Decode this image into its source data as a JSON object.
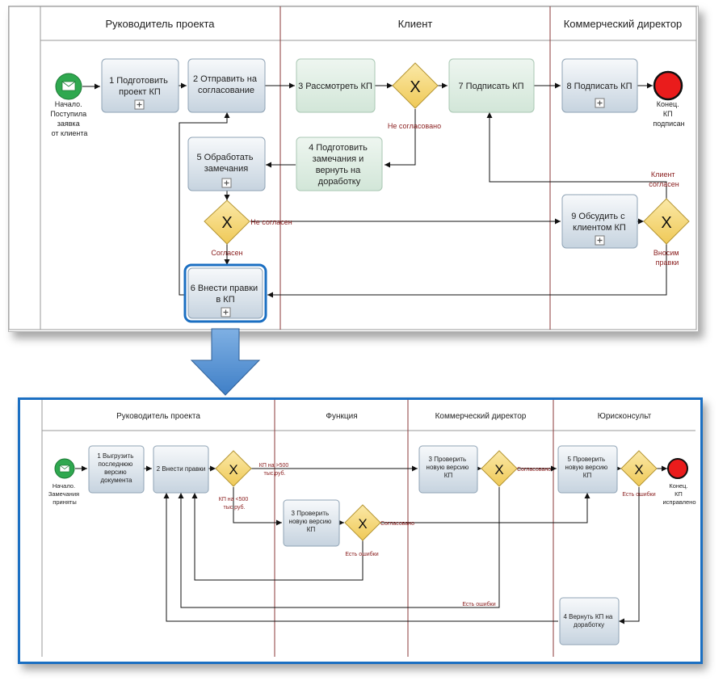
{
  "top_diagram": {
    "lanes": [
      "Руководитель проекта",
      "Клиент",
      "Коммерческий директор"
    ],
    "start_event": {
      "label_lines": [
        "Начало.",
        "Поступила",
        "заявка",
        "от клиента"
      ]
    },
    "end_event": {
      "label_lines": [
        "Конец.",
        "КП",
        "подписан"
      ]
    },
    "tasks": {
      "t1": [
        "1 Подготовить",
        "проект КП"
      ],
      "t2": [
        "2 Отправить на",
        "согласование"
      ],
      "t3": [
        "3 Рассмотреть КП"
      ],
      "t4": [
        "4 Подготовить",
        "замечания и",
        "вернуть на",
        "доработку"
      ],
      "t5": [
        "5 Обработать",
        "замечания"
      ],
      "t6": [
        "6 Внести правки",
        "в КП"
      ],
      "t7": [
        "7 Подписать КП"
      ],
      "t8": [
        "8 Подписать КП"
      ],
      "t9": [
        "9 Обсудить с",
        "клиентом КП"
      ]
    },
    "flow_labels": {
      "not_approved": "Не согласовано",
      "disagree": "Не согласен",
      "agree": "Согласен",
      "client_agrees": [
        "Клиент",
        "согласен"
      ],
      "make_edits": [
        "Вносим",
        "правки"
      ]
    }
  },
  "bottom_diagram": {
    "lanes": [
      "Руководитель проекта",
      "Функция",
      "Коммерческий директор",
      "Юрисконсульт"
    ],
    "start_event": {
      "label_lines": [
        "Начало.",
        "Замечания",
        "приняты"
      ]
    },
    "end_event": {
      "label_lines": [
        "Конец.",
        "КП",
        "исправлено"
      ]
    },
    "tasks": {
      "b1": [
        "1 Выгрузить",
        "последнюю",
        "версию",
        "документа"
      ],
      "b2": [
        "2 Внести правки"
      ],
      "b3f": [
        "3 Проверить",
        "новую версию",
        "КП"
      ],
      "b3c": [
        "3 Проверить",
        "новую версию",
        "КП"
      ],
      "b5": [
        "5 Проверить",
        "новую версию",
        "КП"
      ],
      "b4": [
        "4 Вернуть КП на",
        "доработку"
      ]
    },
    "flow_labels": {
      "over500": [
        "КП на >500",
        "тыс.руб."
      ],
      "under500": [
        "КП на <500",
        "тыс.руб."
      ],
      "approved_a": "Согласовано",
      "approved_b": "Согласовано",
      "errors_a": "Есть ошибки",
      "errors_b": "Есть ошибки",
      "errors_c": "Есть ошибки"
    }
  },
  "colors": {
    "task_fill_top": "#f4f7fa",
    "task_fill_bottom": "#c9d6e3",
    "client_task_fill": "#dfeee4",
    "gateway_fill": "#f4d97e",
    "start_green": "#2fa84f",
    "end_red": "#ea1c1c",
    "label_red": "#8b2020",
    "lane_divider": "#8b3a3a",
    "highlight_blue": "#1b6fc2"
  }
}
